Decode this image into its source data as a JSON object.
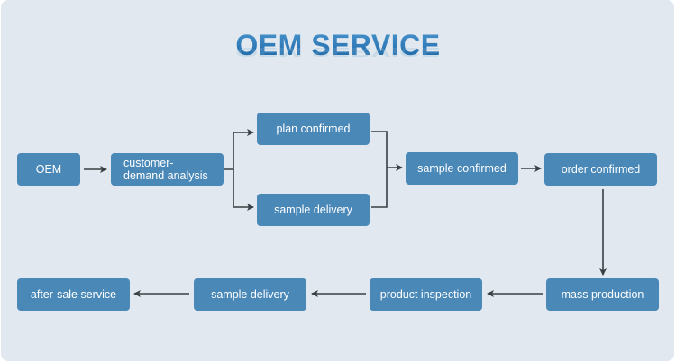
{
  "title": "OEM SERVICE",
  "colors": {
    "background": "#e1e8ef",
    "box": "#4a88b8",
    "box_text": "#ffffff",
    "title": "#1f6fae",
    "connector": "#3a3f44"
  },
  "nodes": {
    "oem": {
      "label": "OEM"
    },
    "demand_analysis": {
      "label_line1": "customer-",
      "label_line2": "demand analysis"
    },
    "plan_confirmed": {
      "label": "plan confirmed"
    },
    "sample_delivery_1": {
      "label": "sample delivery"
    },
    "sample_confirmed": {
      "label": "sample confirmed"
    },
    "order_confirmed": {
      "label": "order confirmed"
    },
    "mass_production": {
      "label": "mass production"
    },
    "product_inspection": {
      "label": "product inspection"
    },
    "sample_delivery_2": {
      "label": "sample delivery"
    },
    "after_sale_service": {
      "label": "after-sale service"
    }
  },
  "edges": [
    {
      "from": "oem",
      "to": "demand_analysis"
    },
    {
      "from": "demand_analysis",
      "to": "plan_confirmed"
    },
    {
      "from": "demand_analysis",
      "to": "sample_delivery_1"
    },
    {
      "from": "plan_confirmed",
      "to": "sample_confirmed"
    },
    {
      "from": "sample_delivery_1",
      "to": "sample_confirmed"
    },
    {
      "from": "sample_confirmed",
      "to": "order_confirmed"
    },
    {
      "from": "order_confirmed",
      "to": "mass_production"
    },
    {
      "from": "mass_production",
      "to": "product_inspection"
    },
    {
      "from": "product_inspection",
      "to": "sample_delivery_2"
    },
    {
      "from": "sample_delivery_2",
      "to": "after_sale_service"
    }
  ]
}
